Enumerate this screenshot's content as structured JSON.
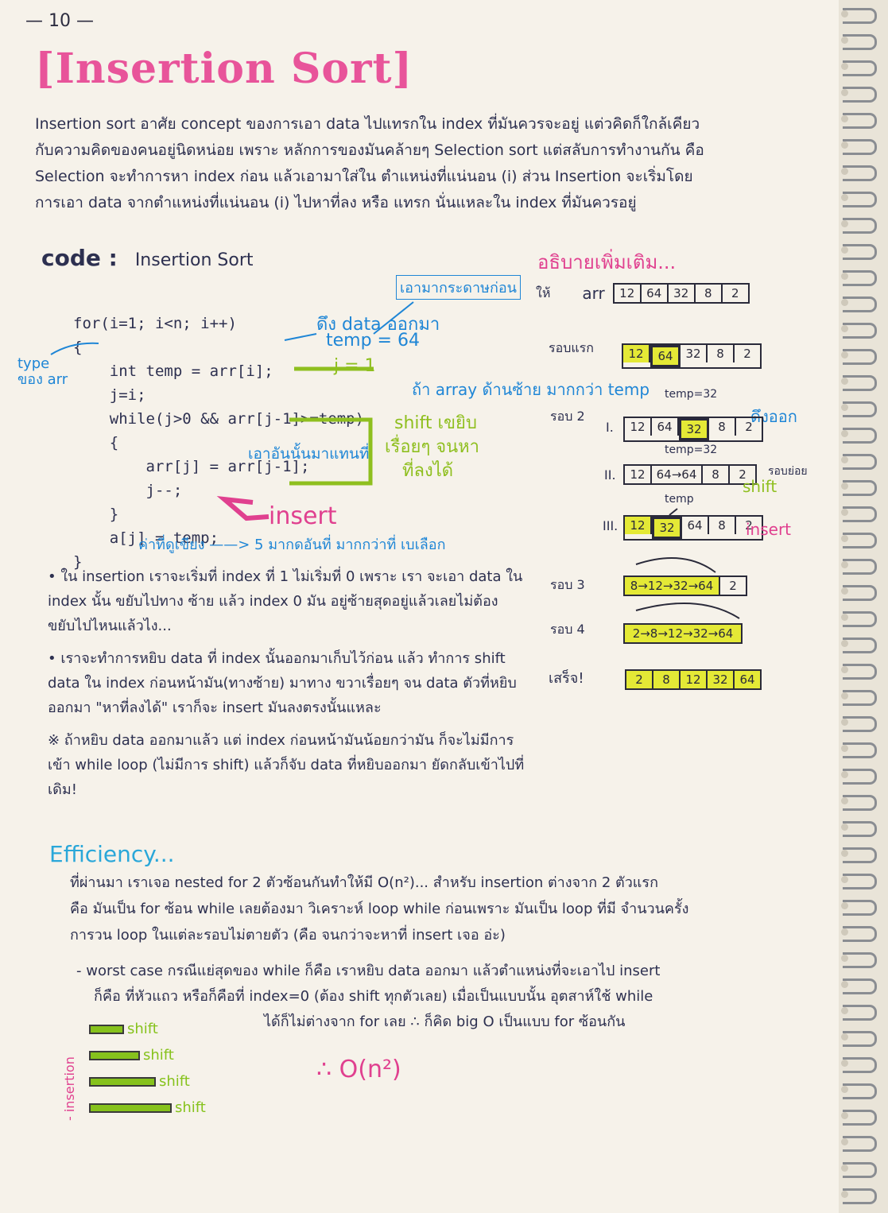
{
  "page_number": "— 10 —",
  "title": "[Insertion Sort]",
  "intro": [
    "Insertion sort อาศัย concept ของการเอา data ไปแทรกใน index ที่มันควรจะอยู่ แต่วคิดก็ใกล้เคียว",
    "กับความคิดของคนอยู่นิดหน่อย เพราะ หลักการของมันคล้ายๆ Selection sort แต่สลับการทำงานกัน คือ",
    "Selection จะทำการหา index ก่อน แล้วเอามาใส่ใน ตำแหน่งที่แน่นอน (i) ส่วน Insertion จะเริ่มโดย",
    "การเอา data จากตำแหน่งที่แน่นอน (i) ไปหาที่ลง หรือ แทรก นั่นแหละใน index ที่มันควรอยู่"
  ],
  "code": {
    "heading": "code :",
    "name": "Insertion Sort",
    "lines": [
      "for(i=1; i<n; i++)",
      "{",
      "    int temp = arr[i];",
      "    j=i;",
      "    while(j>0 && arr[j-1]>=temp)",
      "    {",
      "        arr[j] = arr[j-1];",
      "        j--;",
      "    }",
      "    a[j] = temp;",
      "}"
    ]
  },
  "annotations": {
    "type_of_arr": "type\nของ arr",
    "take_first": "เอามากระดาษก่อน",
    "pull_data": "ดึง data ออกมา",
    "temp64": "temp = 64",
    "j1": "j = 1",
    "if_array": "ถ้า array ด้านซ้าย มากกว่า temp",
    "shift": "shift เขยิบ",
    "shift2": "เรื่อยๆ จนหา",
    "shift3": "ที่ลงได้",
    "replace": "เอาอันนั้นมาแทนที่",
    "insert": "insert",
    "bottom": "ค่าที่ดูเขียง ——> 5 มากดอันที่ มากกว่าที่ เบเลือก"
  },
  "bullets": [
    "• ใน insertion เราจะเริ่มที่ index ที่ 1 ไม่เริ่มที่ 0 เพราะ เรา จะเอา data ใน index นั้น ขยับไปทาง ซ้าย แล้ว index 0 มัน อยู่ซ้ายสุดอยู่แล้วเลยไม่ต้องขยับไปไหนแล้วไง...",
    "• เราจะทำการหยิบ data ที่ index นั้นออกมาเก็บไว้ก่อน แล้ว ทำการ shift data ใน index ก่อนหน้ามัน(ทางซ้าย) มาทาง ขวาเรื่อยๆ จน data ตัวที่หยิบออกมา \"หาที่ลงได้\" เราก็จะ insert มันลงตรงนั้นแหละ",
    "※ ถ้าหยิบ data ออกมาแล้ว แต่ index ก่อนหน้ามันน้อยกว่ามัน ก็จะไม่มีการเข้า while loop (ไม่มีการ shift) แล้วก็จับ data ที่หยิบออกมา ยัดกลับเข้าไปที่เดิม!"
  ],
  "side": {
    "heading": "อธิบายเพิ่มเติม...",
    "given": "ให้",
    "arr_label": "arr",
    "initial": [
      "12",
      "64",
      "32",
      "8",
      "2"
    ],
    "round1": "รอบแรก",
    "round1_cells": [
      "12",
      "64",
      "32",
      "8",
      "2"
    ],
    "round2": "รอบ 2",
    "temp32": "temp=32",
    "pull_out": "ดึงออก",
    "r2a": [
      "12",
      "64",
      "32",
      "8",
      "2"
    ],
    "r2b": [
      "12",
      "64→64",
      "8",
      "2"
    ],
    "sub_round": "รอบย่อย",
    "shift_label": "shift",
    "temp_label": "temp",
    "r2c": [
      "12",
      "32",
      "64",
      "8",
      "2"
    ],
    "insert_label": "insert",
    "round3": "รอบ 3",
    "r3": [
      "8→12→32→64",
      "2"
    ],
    "round4": "รอบ 4",
    "r4": [
      "2→8→12→32→64"
    ],
    "done": "เสร็จ!",
    "final": [
      "2",
      "8",
      "12",
      "32",
      "64"
    ],
    "roman": [
      "I.",
      "II.",
      "III."
    ]
  },
  "efficiency": {
    "heading": "Efficiency...",
    "lines": [
      "ที่ผ่านมา เราเจอ nested for 2 ตัวซ้อนกันทำให้มี O(n²)... สำหรับ insertion ต่างจาก 2 ตัวแรก",
      "คือ มันเป็น for ซ้อน while เลยต้องมา วิเคราะห์ loop while ก่อนเพราะ มันเป็น loop ที่มี จำนวนครั้ง",
      "การวน loop ในแต่ละรอบไม่ตายตัว (คือ จนกว่าจะหาที่ insert เจอ อ่ะ)"
    ],
    "worst": [
      "- worst case กรณีแย่สุดของ while ก็คือ เราหยิบ data ออกมา แล้วตำแหน่งที่จะเอาไป insert",
      "ก็คือ ที่หัวแถว หรือก็คือที่ index=0 (ต้อง shift ทุกตัวเลย) เมื่อเป็นแบบนั้น อุตสาห์ใช้ while",
      "ได้ก็ไม่ต่างจาก for เลย ∴ ก็คิด big O เป็นแบบ for ซ้อนกัน"
    ],
    "vertical_label": "- insertion",
    "shift_word": "shift",
    "big_o": "∴ O(n²)"
  },
  "colors": {
    "pink": "#e0408f",
    "blue": "#1f86d6",
    "green": "#8fbf1f",
    "yellow": "#e4e936"
  }
}
